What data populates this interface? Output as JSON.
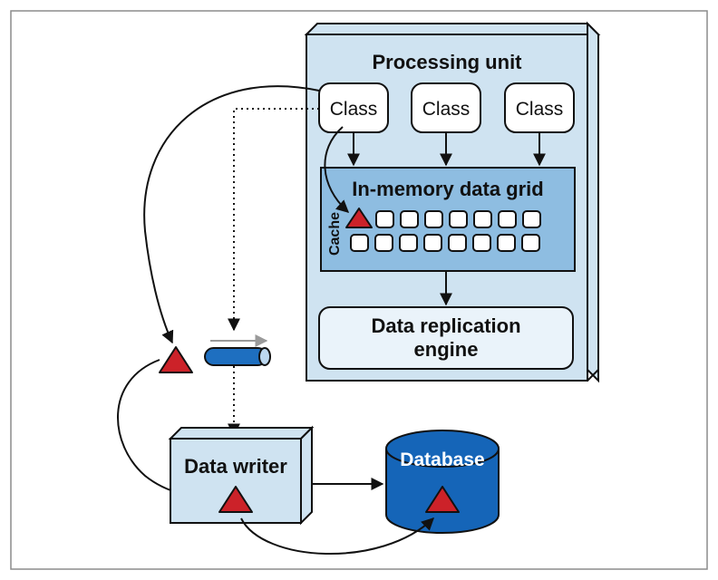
{
  "processing_unit": {
    "title": "Processing unit",
    "classes": [
      "Class",
      "Class",
      "Class"
    ]
  },
  "data_grid": {
    "title": "In-memory data grid",
    "cache_label": "Cache"
  },
  "replication": {
    "line1": "Data replication",
    "line2": "engine"
  },
  "data_writer": {
    "label": "Data writer"
  },
  "database": {
    "label": "Database"
  },
  "colors": {
    "box_fill": "#cfe3f1",
    "grid_fill": "#8ebde1",
    "engine_fill": "#eaf3fa",
    "triangle": "#cc2229",
    "database": "#1565b8",
    "pipe": "#1e6fc0",
    "stroke": "#111111"
  }
}
